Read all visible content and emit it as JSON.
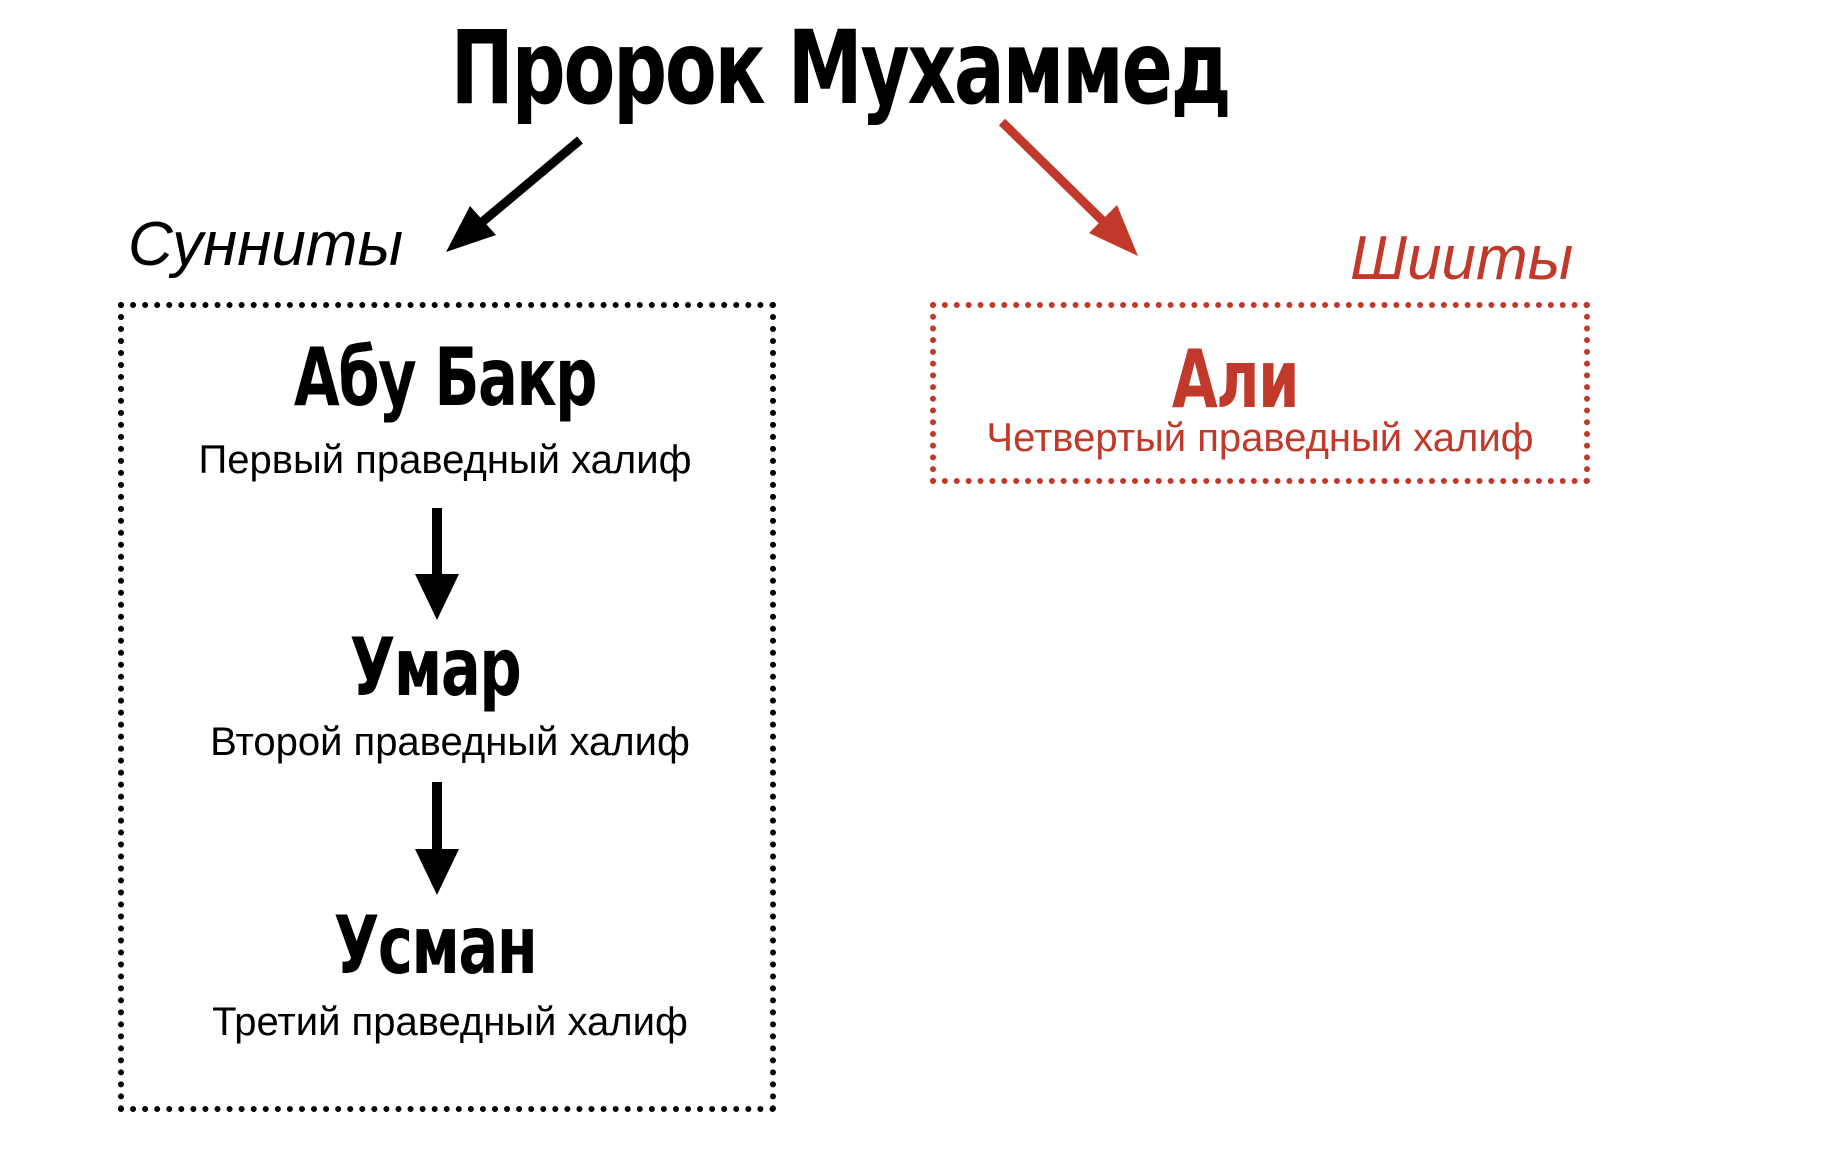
{
  "diagram": {
    "title": "Пророк Мухаммед",
    "colors": {
      "sunni": "#000000",
      "shia": "#c0392b"
    },
    "sunni": {
      "label": "Сунниты",
      "caliphs": [
        {
          "name": "Абу Бакр",
          "role": "Первый праведный халиф"
        },
        {
          "name": "Умар",
          "role": "Второй праведный халиф"
        },
        {
          "name": "Усман",
          "role": "Третий праведный халиф"
        }
      ]
    },
    "shia": {
      "label": "Шииты",
      "caliphs": [
        {
          "name": "Али",
          "role": "Четвертый праведный халиф"
        }
      ]
    }
  }
}
